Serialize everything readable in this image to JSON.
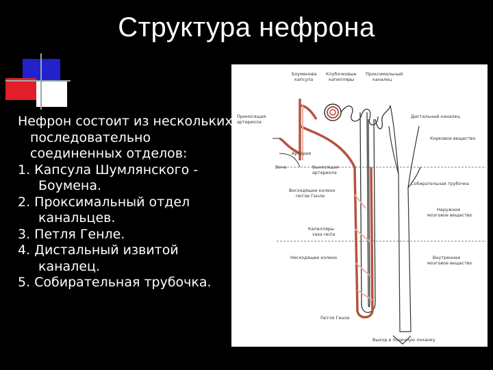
{
  "slide": {
    "title": "Структура нефрона",
    "intro": "Нефрон состоит из нескольких последовательно соединенных отделов:",
    "items": [
      "1. Капсула Шумлянского - Боумена.",
      "2. Проксимальный отдел канальцев.",
      "3. Петля Генле.",
      "4. Дистальный извитой каналец.",
      "5. Собирательная трубочка."
    ]
  },
  "diagram": {
    "labels": {
      "bowman_capsule": [
        "Боуменова",
        "капсула"
      ],
      "glomerular_capillaries": [
        "Клубочковые",
        "капилляры"
      ],
      "proximal_tubule": [
        "Проксимальный",
        "каналец"
      ],
      "afferent_arteriole": [
        "Приносящая",
        "артериола"
      ],
      "distal_tubule": "Дистальный каналец",
      "cortex": "Корковое вещество",
      "artery": "Артерия",
      "vein": "Вена",
      "efferent_arteriole": [
        "Выносящая",
        "артериола"
      ],
      "ascending_limb": [
        "Восходящее колено",
        "петли Генле"
      ],
      "collecting_duct": "Собирательная трубочка",
      "outer_medulla": [
        "Наружное",
        "мозговое вещество"
      ],
      "capillaries_loop": [
        "Капилляры",
        "vasa recta"
      ],
      "descending_limb": "Нисходящее колено",
      "inner_medulla": [
        "Внутреннее",
        "мозговое вещество"
      ],
      "loop_of_henle": "Петля Генле",
      "outlet": "Выход в почечную лоханку"
    }
  },
  "colors": {
    "accent_red": "#b5533c",
    "pale_red": "#e8b0a0",
    "ink": "#333333"
  }
}
